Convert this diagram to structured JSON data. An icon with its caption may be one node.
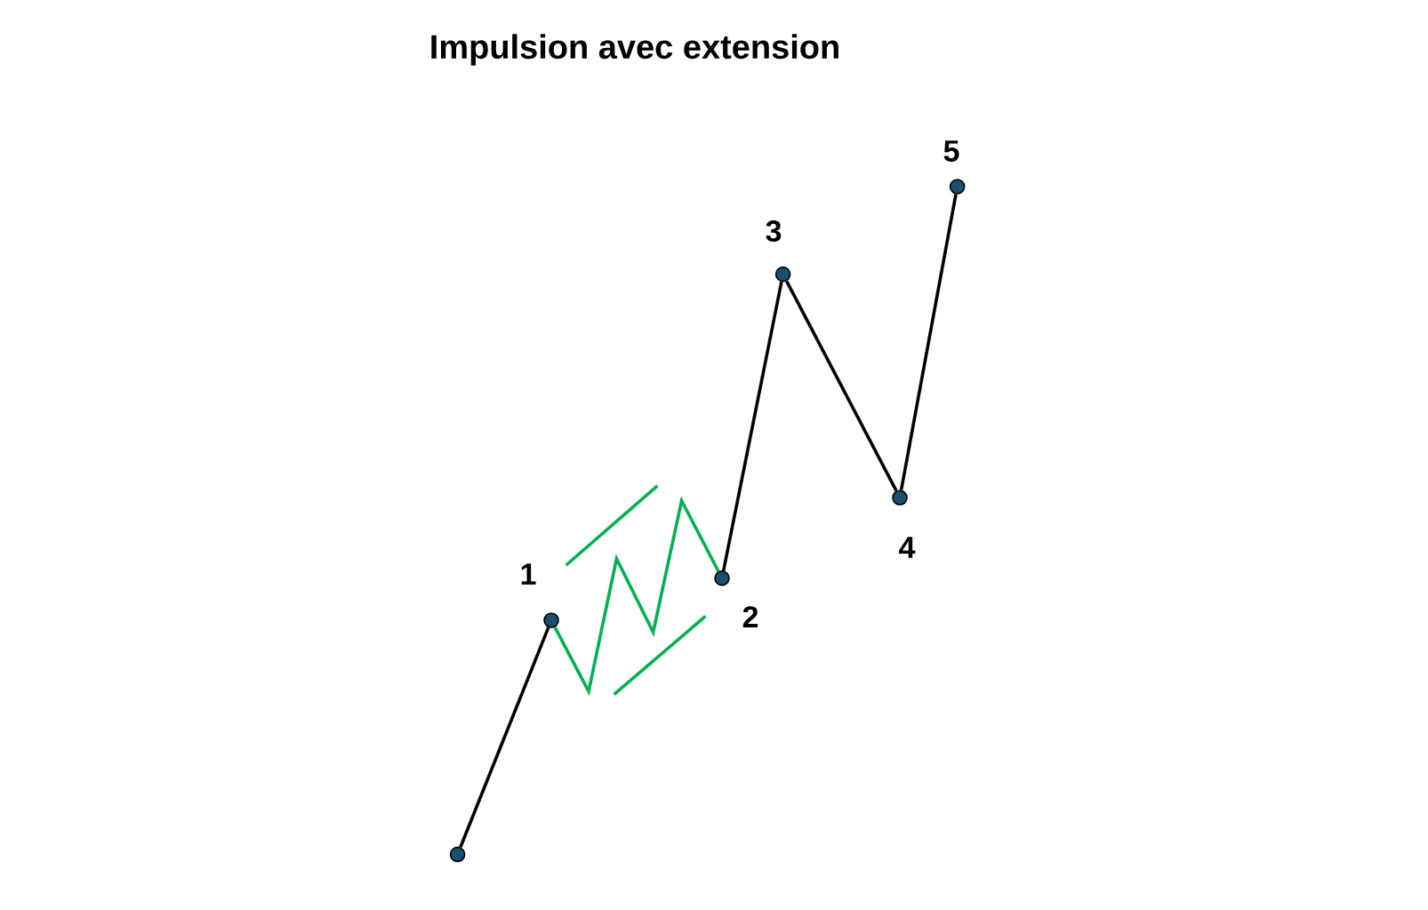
{
  "diagram": {
    "title": "Impulsion avec extension",
    "nodes": [
      {
        "text": [],
        "shape": "circle"
      },
      {
        "text": [],
        "shape": "circle",
        "beside": [
          "1"
        ]
      },
      {
        "text": [],
        "shape": "circle",
        "beside": [
          "2"
        ]
      },
      {
        "text": [],
        "shape": "circle",
        "beside": [
          "3"
        ]
      },
      {
        "text": [],
        "shape": "circle",
        "beside": [
          "4"
        ]
      },
      {
        "text": [],
        "shape": "circle",
        "beside": [
          "5"
        ]
      }
    ],
    "edges": [
      {
        "from": 0,
        "to": 1,
        "arrow": "none"
      },
      {
        "from": 1,
        "to": 2,
        "arrow": "none",
        "color": "#00b050"
      },
      {
        "from": 2,
        "to": 3,
        "arrow": "none"
      },
      {
        "from": 3,
        "to": 4,
        "arrow": "none"
      },
      {
        "from": 4,
        "to": 5,
        "arrow": "none"
      }
    ]
  }
}
